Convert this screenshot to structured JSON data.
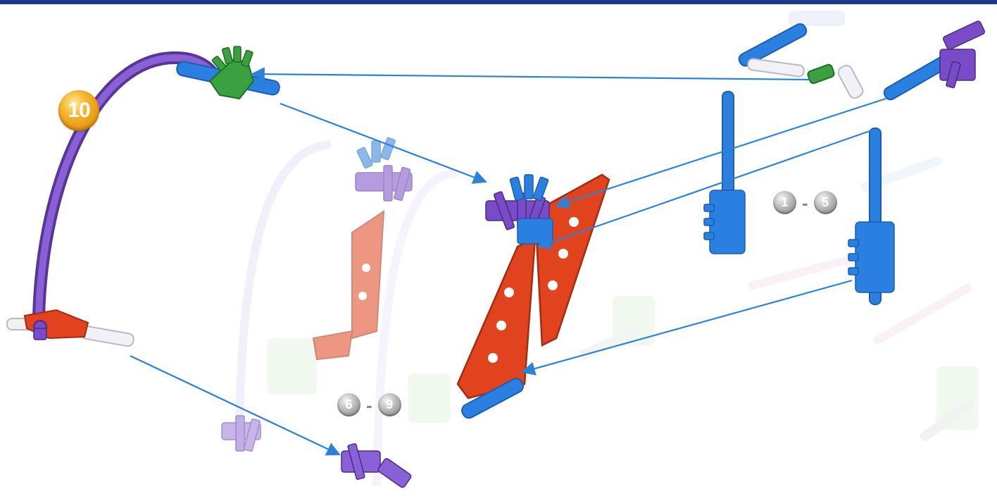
{
  "step": {
    "number": "10"
  },
  "callouts": [
    {
      "from": "1",
      "separator": "-",
      "to": "5"
    },
    {
      "from": "6",
      "separator": "-",
      "to": "9"
    }
  ],
  "colors": {
    "top_bar": "#1f3b87",
    "arrow": "#2a83d8",
    "blue_part": "#2b7fe0",
    "purple_part": "#7a4bc7",
    "red_part": "#e0431e",
    "green_part": "#3aa040",
    "white_rod": "#e9e9ee",
    "ghost": "#d9dff5"
  },
  "icons": [
    "step-number-badge",
    "callout-range-badge",
    "assembly-arrow"
  ]
}
